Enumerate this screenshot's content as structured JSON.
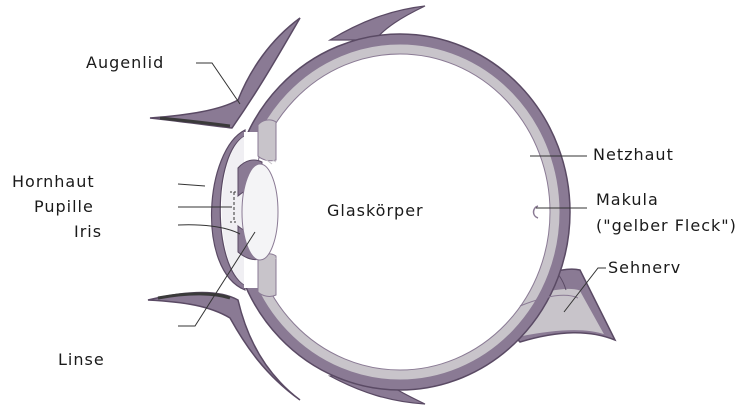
{
  "labels": {
    "augenlid": "Augenlid",
    "hornhaut": "Hornhaut",
    "pupille": "Pupille",
    "iris": "Iris",
    "linse": "Linse",
    "glaskoerper": "Glaskörper",
    "netzhaut": "Netzhaut",
    "makula_1": "Makula",
    "makula_2": "(\"gelber Fleck\")",
    "sehnerv": "Sehnerv"
  },
  "colors": {
    "outer_wall": "#8a7a94",
    "outer_stroke": "#5a4a64",
    "inner_layer": "#c8c4ca",
    "lens_fill": "#f4f4f6",
    "leader": "#333333"
  }
}
